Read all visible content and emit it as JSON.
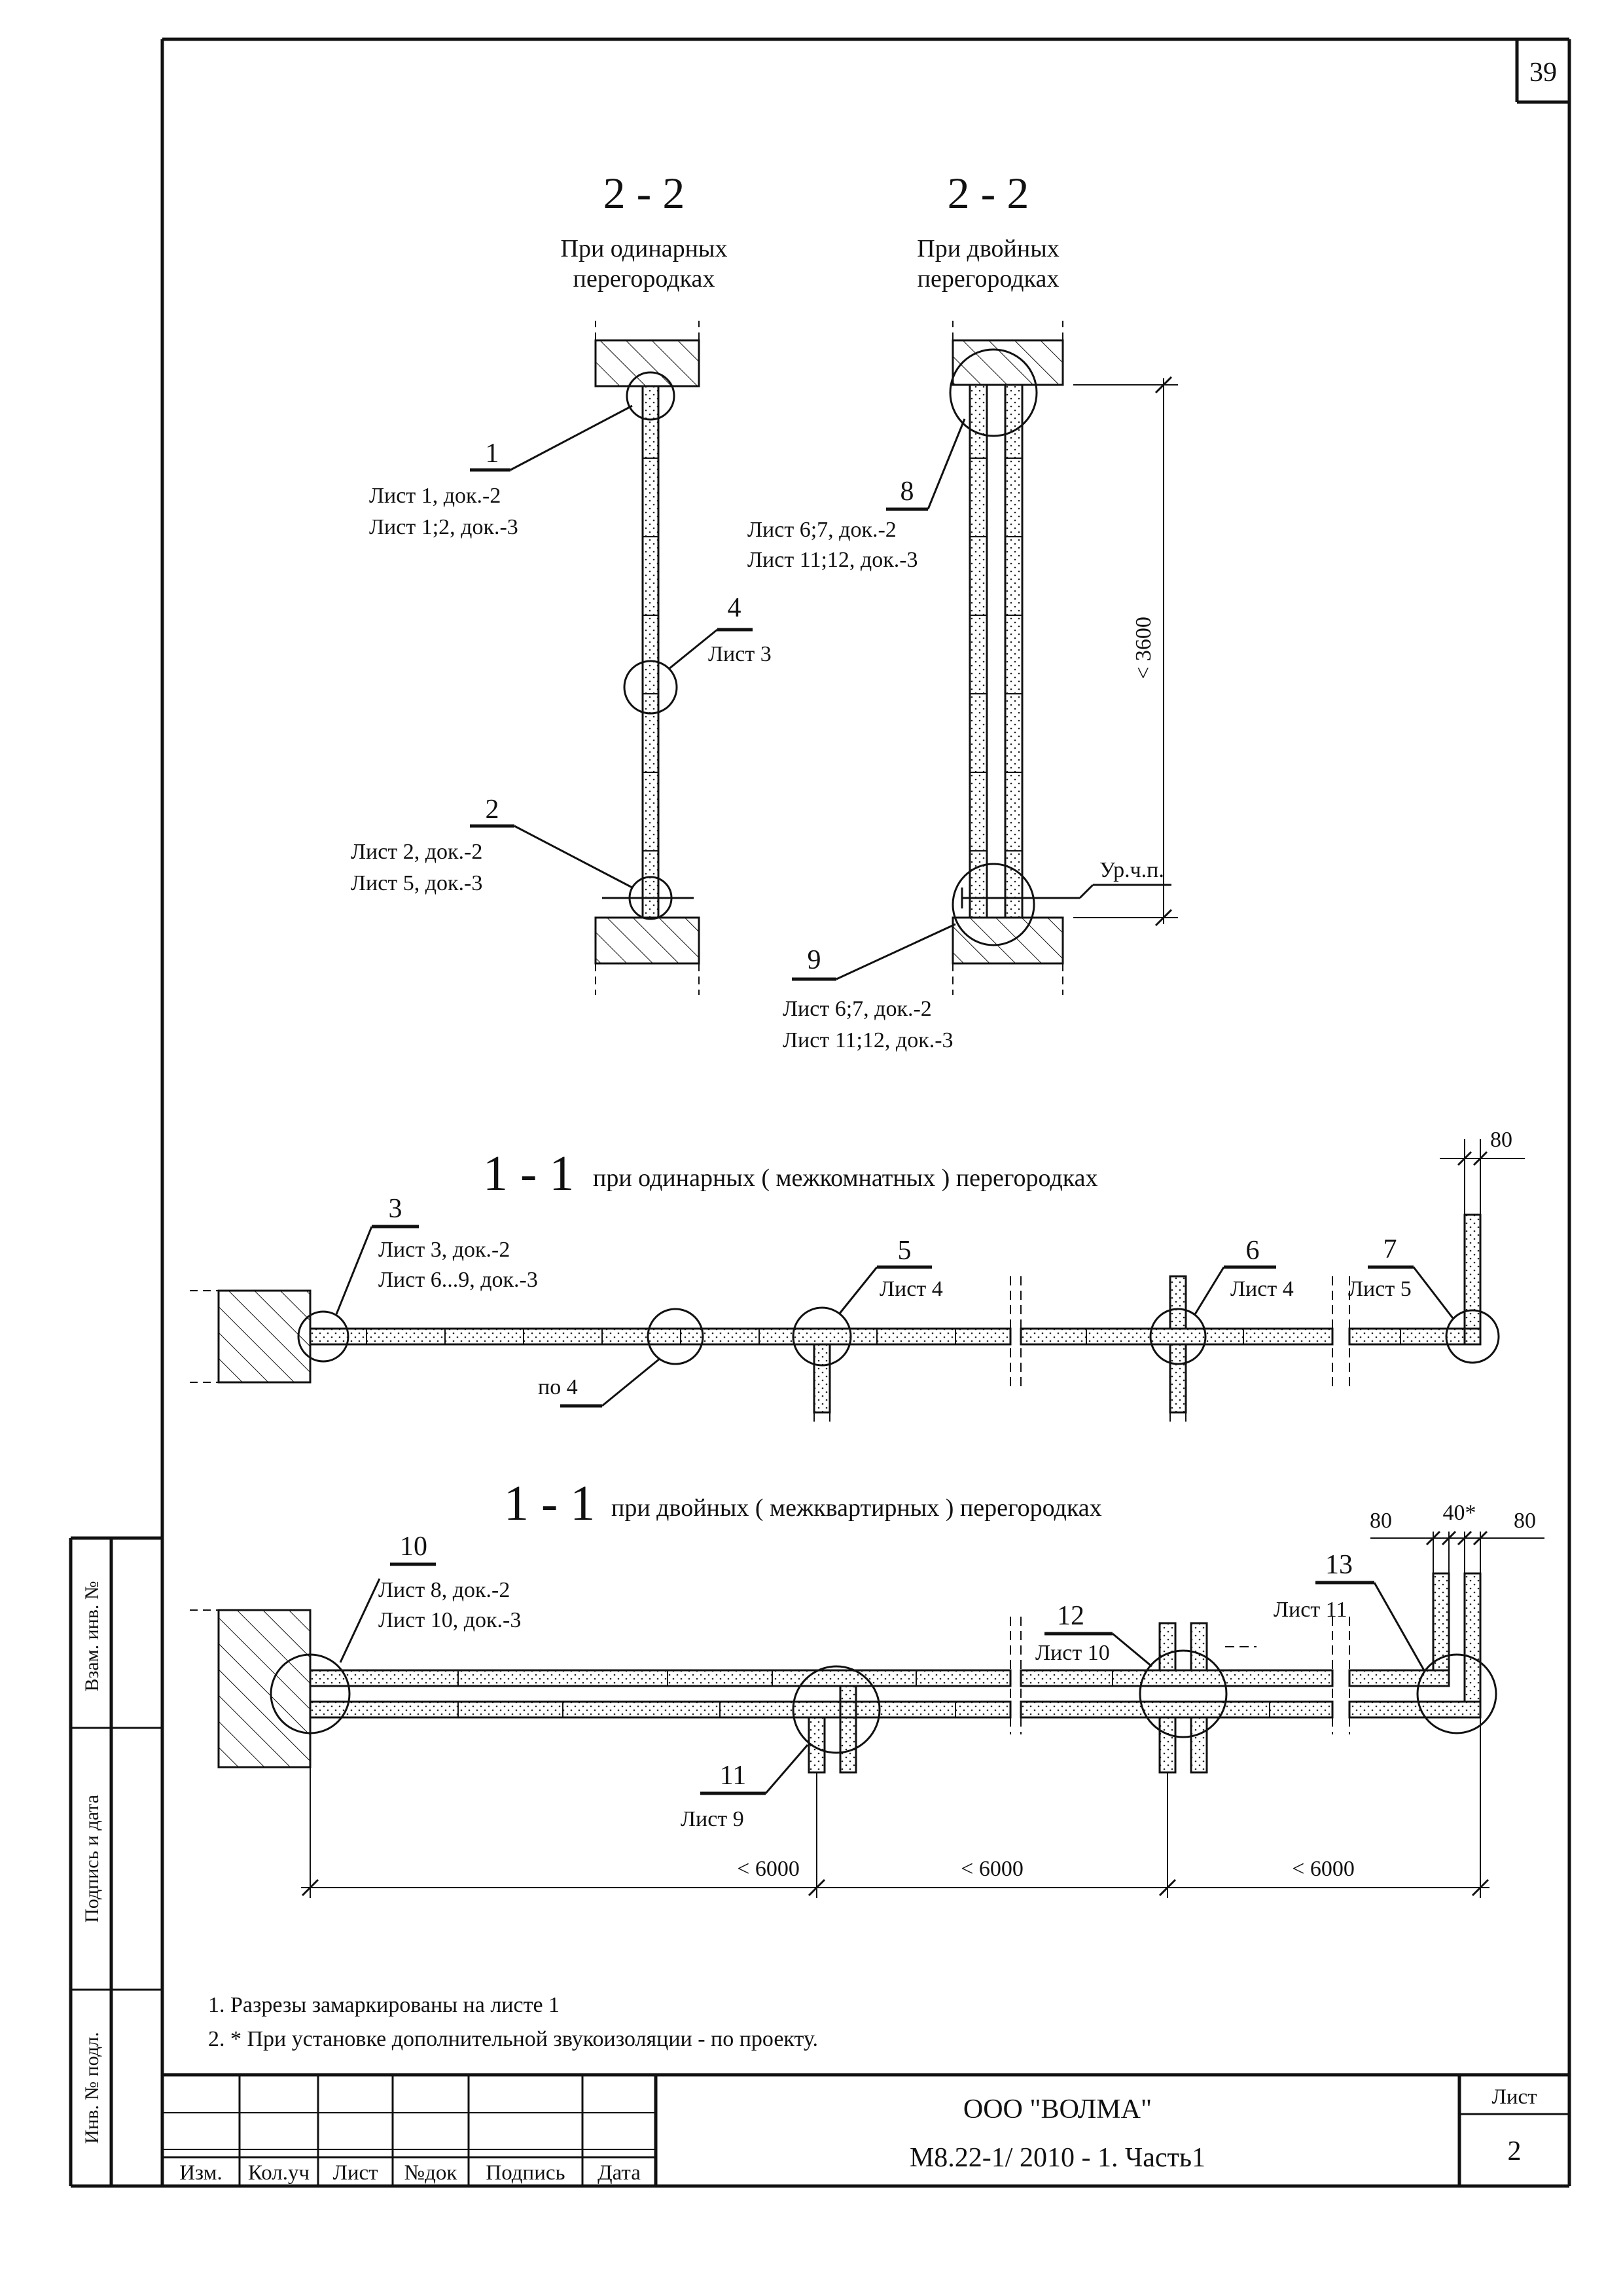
{
  "page_number": "39",
  "section_2_2_single": {
    "title": "2 - 2",
    "subtitle_line1": "При одинарных",
    "subtitle_line2": "перегородках",
    "callouts": [
      {
        "num": "1",
        "line1": "Лист 1, док.-2",
        "line2": "Лист 1;2, док.-3"
      },
      {
        "num": "4",
        "line1": "Лист 3",
        "line2": ""
      },
      {
        "num": "2",
        "line1": "Лист 2, док.-2",
        "line2": "Лист 5, док.-3"
      }
    ]
  },
  "section_2_2_double": {
    "title": "2 - 2",
    "subtitle_line1": "При двойных",
    "subtitle_line2": "перегородках",
    "callouts": [
      {
        "num": "8",
        "line1": "Лист 6;7, док.-2",
        "line2": "Лист 11;12, док.-3"
      },
      {
        "num": "9",
        "line1": "Лист 6;7, док.-2",
        "line2": "Лист 11;12, док.-3"
      }
    ],
    "height_dim": "< 3600",
    "floor_level": "Ур.ч.п."
  },
  "section_1_1_single": {
    "title_num": "1 - 1",
    "title_text": "при одинарных ( межкомнатных ) перегородках",
    "dim_80": "80",
    "callouts": [
      {
        "num": "3",
        "line1": "Лист 3, док.-2",
        "line2": "Лист 6...9, док.-3"
      },
      {
        "num": "5",
        "line1": "Лист 4"
      },
      {
        "num": "6",
        "line1": "Лист 4"
      },
      {
        "num": "7",
        "line1": "Лист 5"
      }
    ],
    "po4": "по 4"
  },
  "section_1_1_double": {
    "title_num": "1 - 1",
    "title_text": "при двойных ( межквартирных ) перегородках",
    "dim_80_left": "80",
    "dim_40": "40*",
    "dim_80_right": "80",
    "callouts": [
      {
        "num": "10",
        "line1": "Лист 8, док.-2",
        "line2": "Лист 10, док.-3"
      },
      {
        "num": "11",
        "line1": "Лист 9"
      },
      {
        "num": "12",
        "line1": "Лист 10"
      },
      {
        "num": "13",
        "line1": "Лист 11"
      }
    ],
    "spans": [
      "< 6000",
      "< 6000",
      "< 6000"
    ]
  },
  "notes": [
    "1. Разрезы замаркированы на листе 1",
    "2. * При установке дополнительной звукоизоляции - по проекту."
  ],
  "side_stamp": {
    "vzam": "Взам. инв. №",
    "podpis": "Подпись и дата",
    "inv": "Инв. № подл."
  },
  "title_block": {
    "company": "ООО \"ВОЛМА\"",
    "doc_code": "М8.22-1/ 2010 - 1. Часть1",
    "sheet_label": "Лист",
    "sheet_number": "2",
    "columns": [
      "Изм.",
      "Кол.уч",
      "Лист",
      "№док",
      "Подпись",
      "Дата"
    ]
  }
}
